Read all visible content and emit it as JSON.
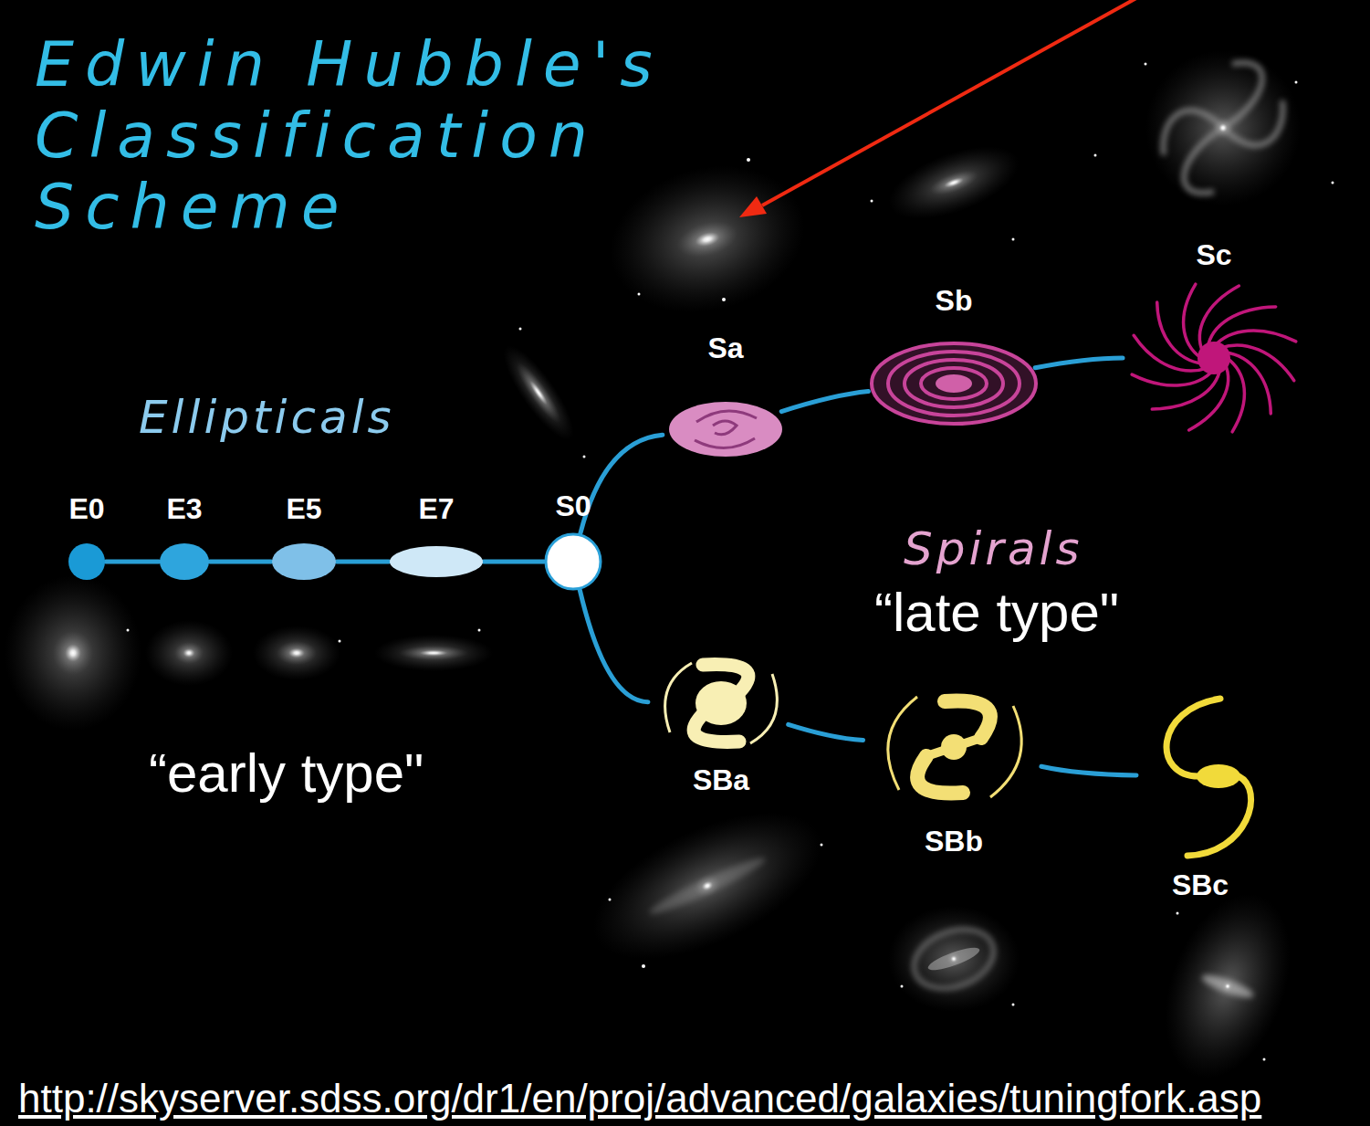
{
  "diagram": {
    "title": "Edwin Hubble's Classification Scheme",
    "nodes": [
      {
        "text": [
          "E0"
        ]
      },
      {
        "text": [
          "E3"
        ]
      },
      {
        "text": [
          "E5"
        ]
      },
      {
        "text": [
          "E7"
        ]
      },
      {
        "text": [
          "S0"
        ]
      },
      {
        "text": [
          "Sa"
        ]
      },
      {
        "text": [
          "Sb"
        ]
      },
      {
        "text": [
          "Sc"
        ]
      },
      {
        "text": [
          "SBa"
        ]
      },
      {
        "text": [
          "SBb"
        ]
      },
      {
        "text": [
          "SBc"
        ]
      }
    ],
    "edges": [
      {
        "from": 0,
        "to": 1,
        "arrow": "none"
      },
      {
        "from": 1,
        "to": 2,
        "arrow": "none"
      },
      {
        "from": 2,
        "to": 3,
        "arrow": "none"
      },
      {
        "from": 3,
        "to": 4,
        "arrow": "none"
      },
      {
        "from": 4,
        "to": 5,
        "arrow": "none"
      },
      {
        "from": 5,
        "to": 6,
        "arrow": "none"
      },
      {
        "from": 6,
        "to": 7,
        "arrow": "none"
      },
      {
        "from": 4,
        "to": 8,
        "arrow": "none"
      },
      {
        "from": 8,
        "to": 9,
        "arrow": "none"
      },
      {
        "from": 9,
        "to": 10,
        "arrow": "none"
      }
    ],
    "labels": [
      "Ellipticals",
      "Spirals",
      "“late type\"",
      "“early type\"",
      "http://skyserver.sdss.org/dr1/en/proj/advanced/galaxies/tuningfork.asp"
    ]
  }
}
